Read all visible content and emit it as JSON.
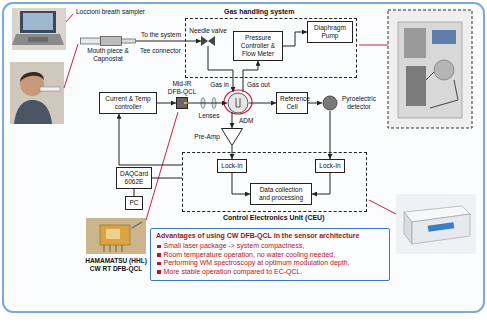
{
  "diagram": {
    "nodes": [
      {
        "text": [
          "Mouth piece & Capnostat"
        ]
      },
      {
        "text": [
          "Gas handling system"
        ]
      },
      {
        "text": [
          "Needle valve"
        ],
        "in": 1
      },
      {
        "text": [
          "Pressure Controller & Flow Meter"
        ],
        "in": 1
      },
      {
        "text": [
          "Diaphragm Pump"
        ],
        "in": 1
      },
      {
        "text": [
          "Current & Temp controller"
        ]
      },
      {
        "text": [
          "Mid-IR DFB-QCL"
        ]
      },
      {
        "text": [
          "ADM"
        ]
      },
      {
        "text": [
          "Reference Cell"
        ]
      },
      {
        "text": [
          "Pyroelectric detector"
        ]
      },
      {
        "text": [
          "Pre-Amp"
        ]
      },
      {
        "text": [
          "Control Electronics Unit (CEU)"
        ]
      },
      {
        "text": [
          "Lock-In"
        ],
        "in": 11
      },
      {
        "text": [
          "Lock-In"
        ],
        "in": 11
      },
      {
        "text": [
          "Data collection and processing"
        ],
        "in": 11
      },
      {
        "text": [
          "DAQCard 6062E"
        ]
      },
      {
        "text": [
          "PC"
        ]
      },
      {
        "text": [
          "Advantages of using CW DFB-QCL in the sensor architecture",
          "Small laser package -> system compactness,",
          "Room temperature operation, no water cooling needed,",
          "Performing WM spectroscopy at optimum modulation depth,",
          "More stable operation compared to EC-QCL."
        ]
      }
    ],
    "edges": [
      {
        "from": 0,
        "to": 2,
        "label": "To the system",
        "arrow": "to"
      },
      {
        "from": 2,
        "to": 7,
        "arrow": "to"
      },
      {
        "from": 7,
        "to": 3,
        "arrow": "to"
      },
      {
        "from": 3,
        "to": 4,
        "arrow": "to"
      },
      {
        "from": 5,
        "to": 6,
        "arrow": "to"
      },
      {
        "from": 6,
        "to": 7,
        "arrow": "to"
      },
      {
        "from": 7,
        "to": 8,
        "arrow": "to"
      },
      {
        "from": 8,
        "to": 9,
        "arrow": "to"
      },
      {
        "from": 7,
        "to": 10,
        "arrow": "to"
      },
      {
        "from": 10,
        "to": 12,
        "arrow": "to"
      },
      {
        "from": 9,
        "to": 13,
        "arrow": "to"
      },
      {
        "from": 12,
        "to": 14,
        "arrow": "to"
      },
      {
        "from": 13,
        "to": 14,
        "arrow": "to"
      },
      {
        "from": 11,
        "to": 5,
        "arrow": "to"
      },
      {
        "from": 11,
        "to": 15,
        "arrow": "none"
      },
      {
        "from": 15,
        "to": 16,
        "arrow": "none"
      }
    ],
    "labels": [
      "Loccioni breath sampler",
      "Tee connector",
      "Gas in",
      "Gas out",
      "Lenses",
      "HAMAMATSU (HHL) CW RT DFB-QCL"
    ]
  }
}
